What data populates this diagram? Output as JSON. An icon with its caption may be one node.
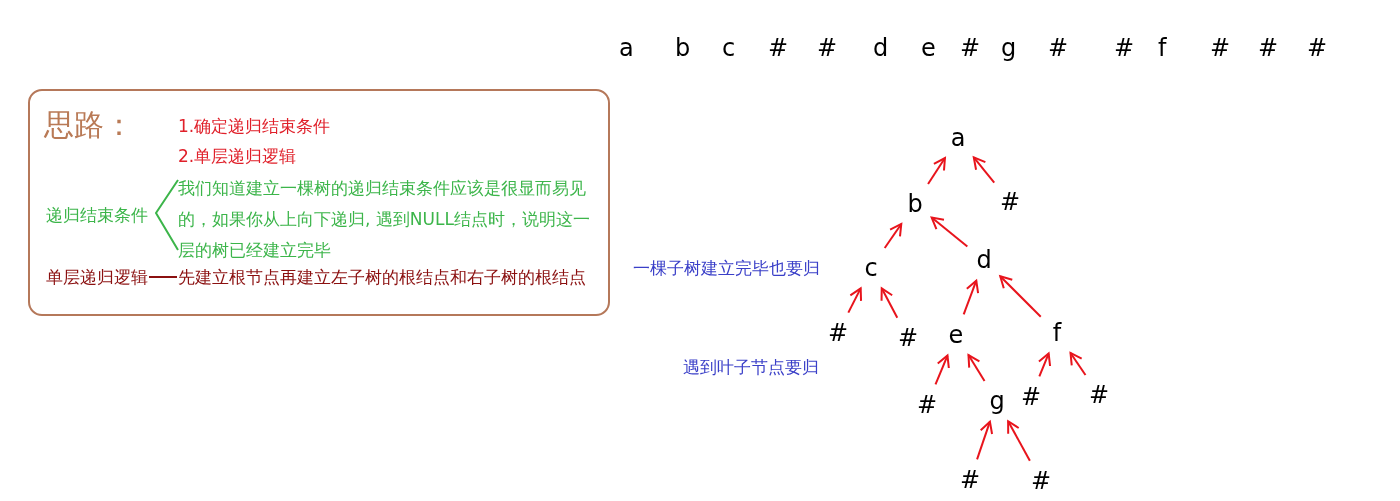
{
  "diagram": {
    "nodes": [
      {
        "text": [
          "思路："
        ]
      },
      {
        "text": [
          "1.确定递归结束条件"
        ],
        "in": 0
      },
      {
        "text": [
          "2.单层递归逻辑"
        ],
        "in": 0
      },
      {
        "text": [
          "递归结束条件"
        ],
        "in": 0
      },
      {
        "text": [
          "我们知道建立一棵树的递归结束条件应该是很显而易见的，如果你从上向下递归, 遇到NULL结点时，说明这一层的树已经建立完毕"
        ],
        "in": 0
      },
      {
        "text": [
          "单层递归逻辑"
        ],
        "in": 0
      },
      {
        "text": [
          "先建立根节点再建立左子树的根结点和右子树的根结点"
        ],
        "in": 0
      },
      {
        "text": [
          "a"
        ]
      },
      {
        "text": [
          "b"
        ]
      },
      {
        "text": [
          "#"
        ]
      },
      {
        "text": [
          "c"
        ]
      },
      {
        "text": [
          "d"
        ]
      },
      {
        "text": [
          "#"
        ]
      },
      {
        "text": [
          "#"
        ]
      },
      {
        "text": [
          "e"
        ]
      },
      {
        "text": [
          "f"
        ]
      },
      {
        "text": [
          "#"
        ]
      },
      {
        "text": [
          "g"
        ]
      },
      {
        "text": [
          "#"
        ]
      },
      {
        "text": [
          "#"
        ]
      },
      {
        "text": [
          "#"
        ]
      },
      {
        "text": [
          "#"
        ]
      }
    ],
    "edges": [
      {
        "from": 5,
        "to": 6,
        "arrow": "none",
        "color": "#8b1010"
      },
      {
        "from": 8,
        "to": 7,
        "arrow": "to"
      },
      {
        "from": 9,
        "to": 7,
        "arrow": "to"
      },
      {
        "from": 10,
        "to": 8,
        "arrow": "to"
      },
      {
        "from": 11,
        "to": 8,
        "arrow": "to"
      },
      {
        "from": 12,
        "to": 10,
        "arrow": "to"
      },
      {
        "from": 13,
        "to": 10,
        "arrow": "to"
      },
      {
        "from": 14,
        "to": 11,
        "arrow": "to"
      },
      {
        "from": 15,
        "to": 11,
        "arrow": "to"
      },
      {
        "from": 16,
        "to": 14,
        "arrow": "to"
      },
      {
        "from": 17,
        "to": 14,
        "arrow": "to"
      },
      {
        "from": 18,
        "to": 15,
        "arrow": "to"
      },
      {
        "from": 19,
        "to": 15,
        "arrow": "to"
      },
      {
        "from": 20,
        "to": 17,
        "arrow": "to"
      },
      {
        "from": 21,
        "to": 17,
        "arrow": "to"
      }
    ],
    "labels": [
      "a",
      "b",
      "c",
      "#",
      "#",
      "d",
      "e",
      "#",
      "g",
      "#",
      "#",
      "f",
      "#",
      "#",
      "#",
      "一棵子树建立完毕也要归",
      "遇到叶子节点要归"
    ]
  }
}
